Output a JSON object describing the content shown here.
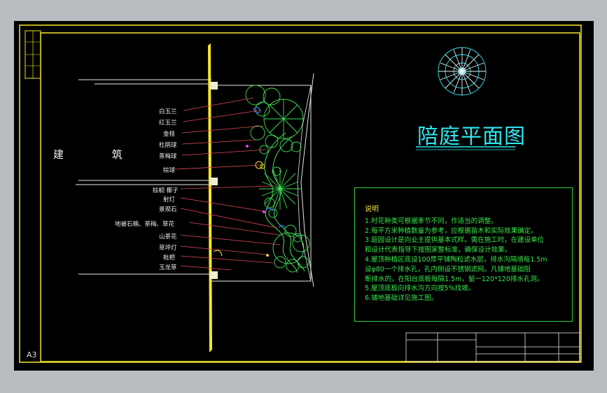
{
  "drawing_title": "陪庭平面图",
  "building_label": "建 筑",
  "sheet_size": "A3",
  "plant_labels": [
    "白玉兰",
    "红玉兰",
    "金桂",
    "杜鹃球",
    "茶梅球",
    "棕球",
    "棕榈 椰子",
    "射灯",
    "景观石",
    "地被石楠、茶梅、草花",
    "山茶花",
    "草坪灯",
    "枇杷",
    "玉龙草"
  ],
  "notes": {
    "heading": "说明",
    "lines": [
      "1.时花种类可根据季节不同，作适当的调整。",
      "2.每平方米种植数量为参考，应根据苗木和实际效果确定。",
      "3.庭园设计是向业主提供基本式样。需在施工时，在建设单位",
      "  和设计代表指导下按图家整标准，确保设计效果。",
      "4.屋顶种植区底设100厚平铺陶粒滤水层，排水沟隔墙每1.5m",
      "  设φ80一个排水孔，孔内侧设不锈钢滤网。凡铺地基础阻",
      "  断排水的，在阳台底板每隔1.5m，留一120*120排水孔洞。",
      "5.屋顶底板向排水沟方向按5%找坡。",
      "6.铺地基础详见施工图。"
    ]
  },
  "colors": {
    "background": "#000000",
    "frame": "#f5e52a",
    "title": "#2ee6f0",
    "notes_text": "#37e64a",
    "leader_lines": "#e24a5a",
    "plants": "#3fe05a",
    "compass": "#2ee6f0"
  }
}
